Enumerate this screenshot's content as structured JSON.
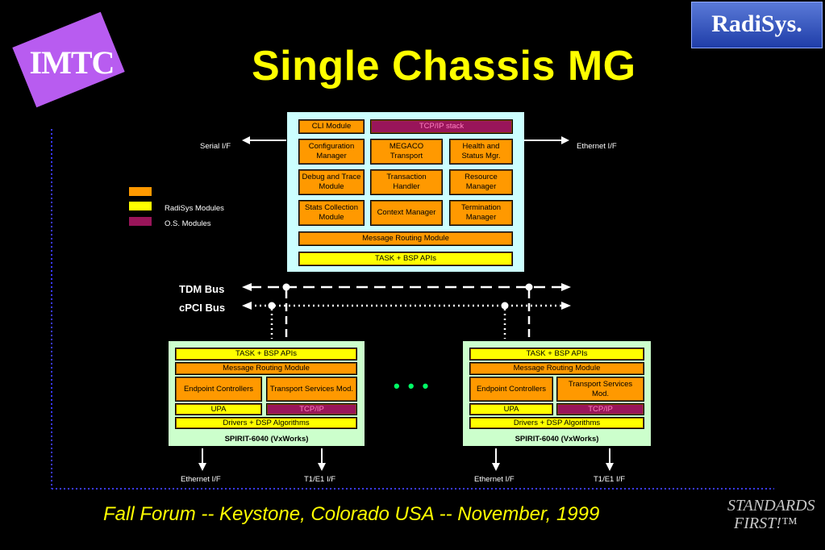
{
  "title": "Single Chassis MG",
  "footer": "Fall Forum -- Keystone, Colorado USA -- November, 1999",
  "logos": {
    "imtc": "IMTC",
    "radisys": "RadiSys.",
    "standards_line1": "STANDARDS",
    "standards_line2": "FIRST!™"
  },
  "legend": {
    "radisys_modules": "RadiSys Modules",
    "os_modules": "O.S. Modules"
  },
  "top_chassis": {
    "modules": {
      "cli": "CLI Module",
      "tcpip": "TCP/IP stack",
      "config": "Configuration Manager",
      "megaco": "MEGACO Transport",
      "health": "Health and Status Mgr.",
      "debug": "Debug and Trace Module",
      "transaction": "Transaction Handler",
      "resource": "Resource Manager",
      "stats": "Stats Collection Module",
      "context": "Context Manager",
      "termination": "Termination Manager",
      "msgrouting": "Message Routing Module",
      "taskbsp": "TASK + BSP APIs"
    },
    "serial": "Serial I/F",
    "ethernet": "Ethernet I/F"
  },
  "buses": {
    "tdm": "TDM Bus",
    "cpci": "cPCI Bus"
  },
  "ellipsis": "• • •",
  "blades": [
    {
      "taskbsp": "TASK + BSP APIs",
      "msgrouting": "Message Routing Module",
      "endpoint": "Endpoint Controllers",
      "transport": "Transport Services Mod.",
      "upa": "UPA",
      "tcpip": "TCP/IP",
      "drivers": "Drivers + DSP Algorithms",
      "spirit": "SPIRIT-6040 (VxWorks)",
      "eth": "Ethernet I/F",
      "t1": "T1/E1 I/F"
    },
    {
      "taskbsp": "TASK + BSP APIs",
      "msgrouting": "Message Routing Module",
      "endpoint": "Endpoint Controllers",
      "transport": "Transport Services Mod.",
      "upa": "UPA",
      "tcpip": "TCP/IP",
      "drivers": "Drivers + DSP Algorithms",
      "spirit": "SPIRIT-6040 (VxWorks)",
      "eth": "Ethernet I/F",
      "t1": "T1/E1 I/F"
    }
  ],
  "colors": {
    "background": "#000000",
    "title": "#ffff00",
    "radisys_module": "#ff9900",
    "os_module": "#99155a",
    "tasks": "#ffff00"
  }
}
